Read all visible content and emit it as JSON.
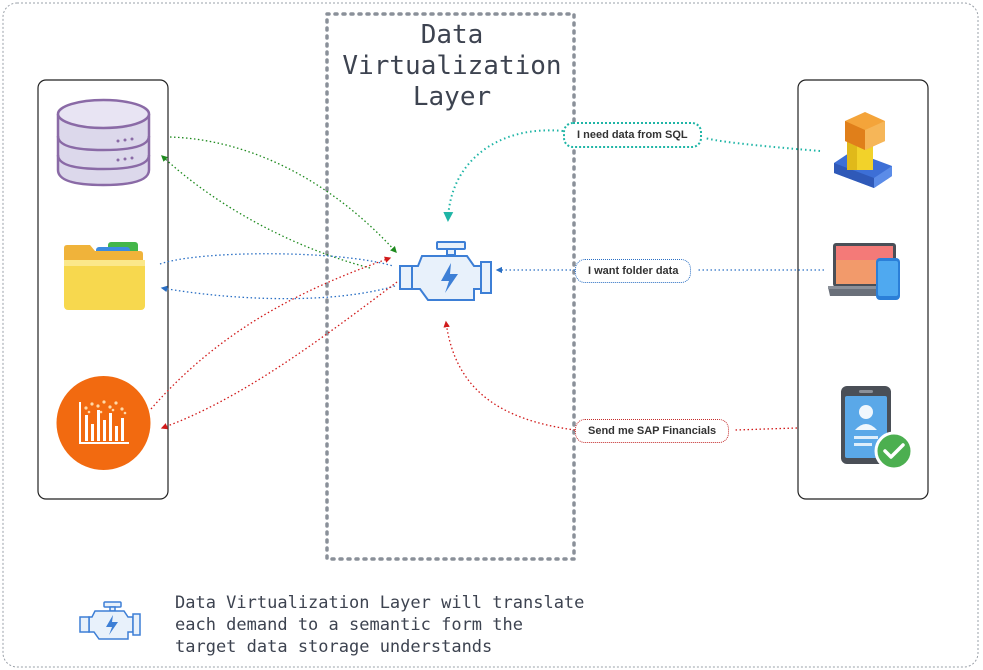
{
  "layer": {
    "title_lines": [
      "Data",
      "Virtualization",
      "Layer"
    ]
  },
  "requests": {
    "sql": "I need data from SQL",
    "folder": "I want folder data",
    "sap": "Send me SAP Financials"
  },
  "legend": {
    "caption_lines": [
      "Data Virtualization Layer will translate",
      "each demand to a semantic form the",
      "target data storage understands"
    ]
  },
  "colors": {
    "green": "#1e8a1e",
    "blue": "#2a6fc4",
    "red": "#d11a1a",
    "teal": "#1fb5a6",
    "engine": "#3d7fd6",
    "border": "#9aa0a8"
  },
  "icons": {
    "sources": [
      "database-icon",
      "folder-icon",
      "analytics-chart-icon"
    ],
    "consumers": [
      "user-icon",
      "laptop-phone-icon",
      "id-card-verified-icon"
    ],
    "engine": "engine-icon"
  }
}
